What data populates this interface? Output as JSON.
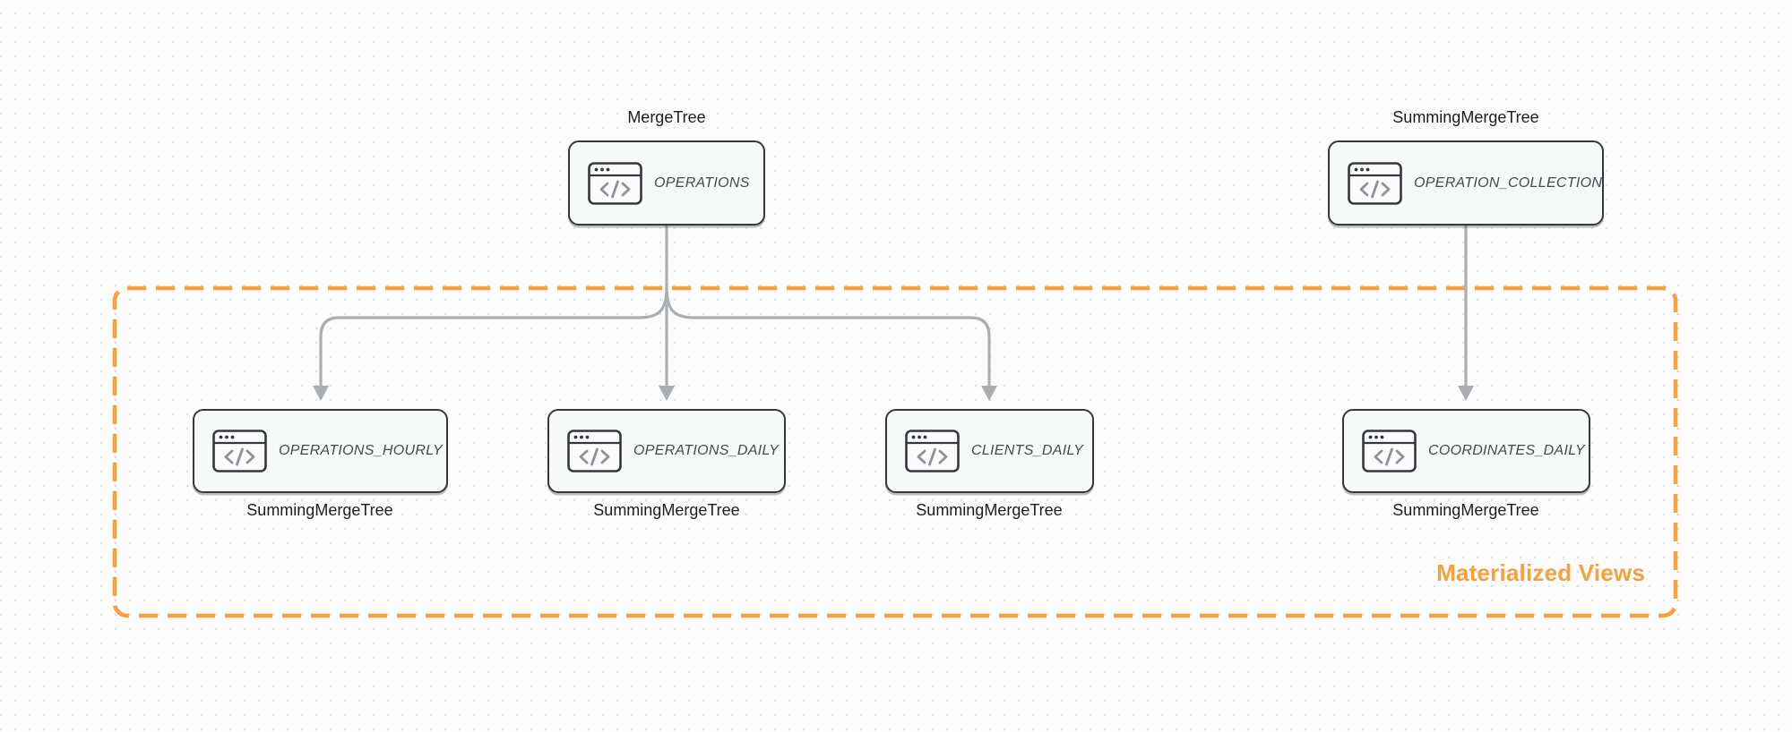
{
  "diagram": {
    "group_label": "Materialized Views",
    "source_tables": [
      {
        "engine_label": "MergeTree",
        "title": "OPERATIONS"
      },
      {
        "engine_label": "SummingMergeTree",
        "title": "OPERATION_COLLECTION"
      }
    ],
    "materialized_views": [
      {
        "title": "OPERATIONS_HOURLY",
        "engine_label": "SummingMergeTree"
      },
      {
        "title": "OPERATIONS_DAILY",
        "engine_label": "SummingMergeTree"
      },
      {
        "title": "CLIENTS_DAILY",
        "engine_label": "SummingMergeTree"
      },
      {
        "title": "COORDINATES_DAILY",
        "engine_label": "SummingMergeTree"
      }
    ],
    "icon": "code-window-icon"
  },
  "colors": {
    "accent-orange": "#F6A13C",
    "arrow-gray": "#ABAEB1",
    "node-border": "#34383D",
    "node-fill": "#F8F9F9",
    "node-title-text": "#44484C",
    "label-text": "#1B1E21",
    "icon-glyph": "#8E9297",
    "background": "#FCFCFD",
    "grid-dot": "#DFDFE3"
  }
}
